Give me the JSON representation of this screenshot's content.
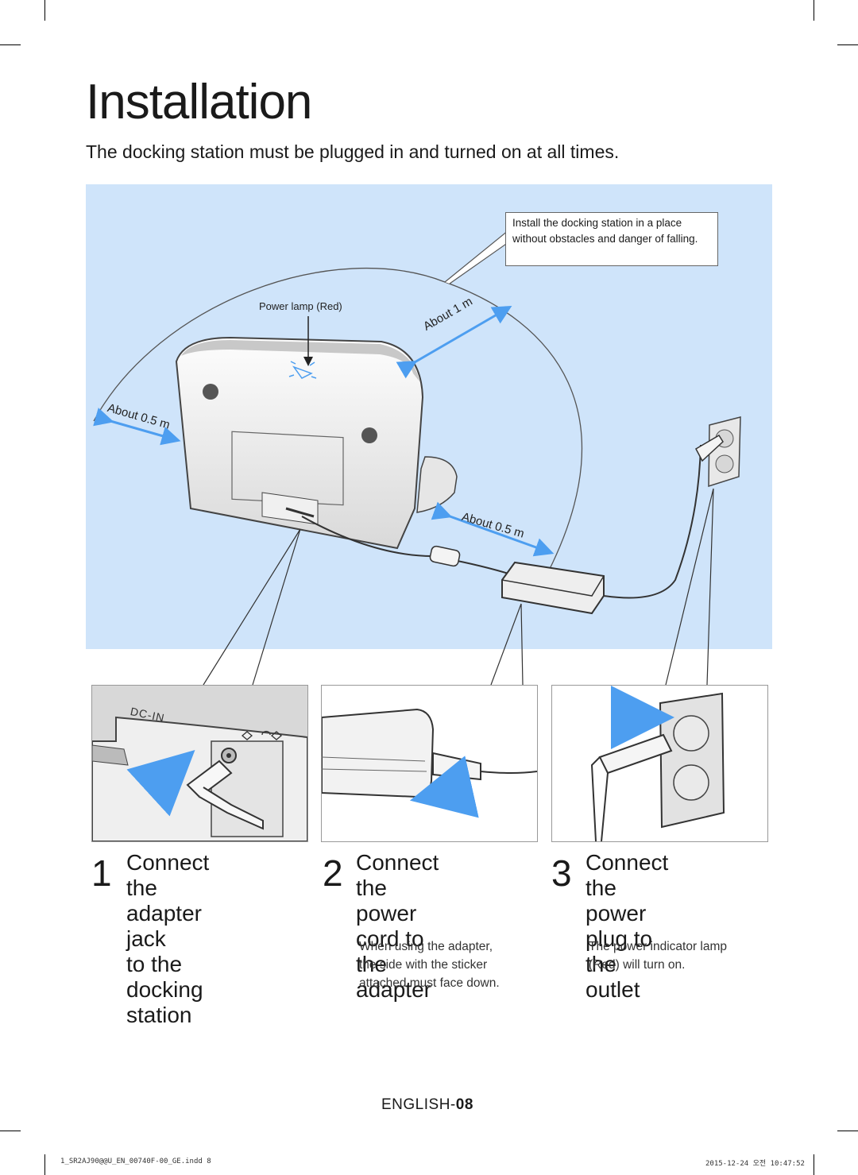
{
  "page": {
    "title": "Installation",
    "subtitle": "The docking station must be plugged in and turned on at all times."
  },
  "illustration": {
    "callout": "Install the docking station in a place without obstacles and danger of falling.",
    "power_lamp_label": "Power lamp (Red)",
    "distance_top": "About 1 m",
    "distance_left": "About 0.5 m",
    "distance_right": "About 0.5 m",
    "dc_in_label": "DC-IN"
  },
  "steps": [
    {
      "number": "1",
      "title_lines": [
        "Connect the",
        "adapter jack",
        "to the docking",
        "station"
      ],
      "note_lines": []
    },
    {
      "number": "2",
      "title_lines": [
        "Connect the",
        "power cord to",
        "the adapter"
      ],
      "note_lines": [
        "When using the adapter,",
        "the side with the sticker",
        "attached must face down."
      ]
    },
    {
      "number": "3",
      "title_lines": [
        "Connect the",
        "power plug to",
        "the outlet"
      ],
      "note_lines": [
        "The power indicator lamp",
        "(Red) will turn on."
      ]
    }
  ],
  "footer": {
    "page_prefix": "ENGLISH-",
    "page_number": "08",
    "slug_left": "1_SR2AJ90@@U_EN_00740F-00_GE.indd   8",
    "slug_right": "2015-12-24   오전 10:47:52"
  },
  "colors": {
    "panel_bg": "#cfe4fa",
    "arrow_blue": "#4d9ef0"
  }
}
